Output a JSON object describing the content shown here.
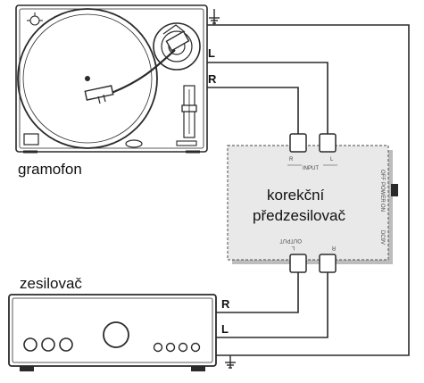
{
  "labels": {
    "turntable": "gramofon",
    "preamp_line1": "korekční",
    "preamp_line2": "předzesilovač",
    "amplifier": "zesilovač"
  },
  "wire_labels": {
    "turntable_left": "L",
    "turntable_right": "R",
    "amplifier_right": "R",
    "amplifier_left": "L"
  },
  "preamp_panel": {
    "input_r": "R",
    "input_l": "L",
    "input_caption": "INPUT",
    "output_caption": "OUTPUT",
    "output_r": "R",
    "output_l": "L",
    "side_off": "OFF",
    "side_power": "POWER",
    "side_on": "ON",
    "side_dc": "DC9V"
  },
  "colors": {
    "line": "#2a2a2a",
    "device_fill": "#ffffff",
    "preamp_fill": "#e9e9e9",
    "preamp_shadow": "#bdbdbd"
  }
}
